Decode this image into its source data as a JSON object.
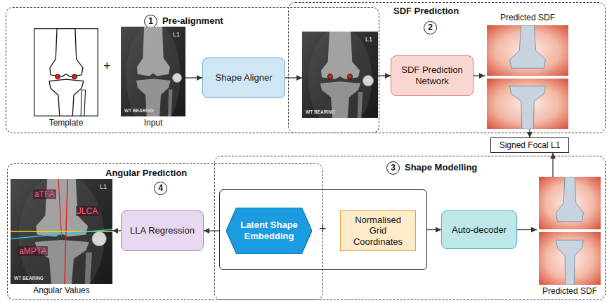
{
  "diagram": {
    "nodes": [
      {
        "text": [
          "1",
          "Pre-alignment"
        ]
      },
      {
        "text": [
          "Template"
        ],
        "in": 0
      },
      {
        "text": [
          "Input",
          "L1",
          "WT BEARING"
        ],
        "in": 0
      },
      {
        "text": [
          "Shape Aligner"
        ],
        "in": 0
      },
      {
        "text": [
          "SDF Prediction",
          "2"
        ]
      },
      {
        "text": [
          "L1",
          "WT BEARING"
        ],
        "in": 4
      },
      {
        "text": [
          "SDF Prediction Network"
        ],
        "in": 4
      },
      {
        "text": [
          "Predicted SDF"
        ],
        "in": 4
      },
      {
        "text": [
          "Signed Focal L1"
        ]
      },
      {
        "text": [
          "Angular Prediction",
          "4"
        ]
      },
      {
        "text": [
          "aTFA",
          "JLCA",
          "aMPTA",
          "L1",
          "WT BEARING",
          "Angular Values"
        ],
        "in": 9
      },
      {
        "text": [
          "LLA Regression"
        ],
        "in": 9
      },
      {
        "text": [
          "3",
          "Shape Modelling"
        ]
      },
      {
        "text": [
          "+"
        ],
        "in": 12
      },
      {
        "text": [
          "Latent Shape Embedding"
        ],
        "in": 13
      },
      {
        "text": [
          "Normalised Grid Coordinates"
        ],
        "in": 13
      },
      {
        "text": [
          "Auto-decoder"
        ],
        "in": 12
      },
      {
        "text": [
          "Predicted SDF"
        ],
        "in": 12
      }
    ],
    "edges": [
      {
        "from": 2,
        "to": 3,
        "arrow": "to"
      },
      {
        "from": 3,
        "to": 5,
        "arrow": "to"
      },
      {
        "from": 5,
        "to": 6,
        "arrow": "to"
      },
      {
        "from": 6,
        "to": 7,
        "arrow": "to"
      },
      {
        "from": 7,
        "to": 8,
        "arrow": "to"
      },
      {
        "from": 17,
        "to": 8,
        "arrow": "to"
      },
      {
        "from": 13,
        "to": 16,
        "arrow": "to"
      },
      {
        "from": 16,
        "to": 17,
        "arrow": "to"
      },
      {
        "from": 13,
        "to": 11,
        "arrow": "to"
      },
      {
        "from": 11,
        "to": 10,
        "arrow": "to"
      }
    ],
    "labels": [
      "+"
    ]
  }
}
